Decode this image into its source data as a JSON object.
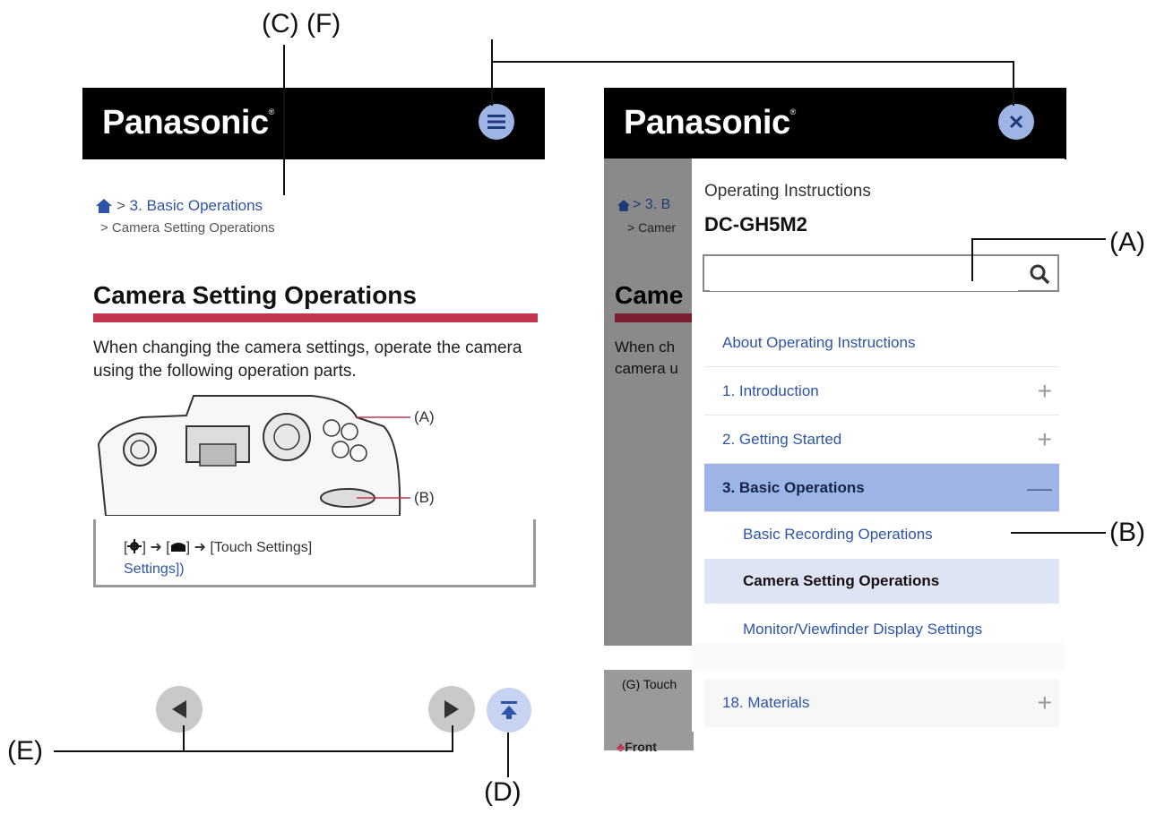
{
  "callouts": {
    "c_f": "(C) (F)",
    "a": "(A)",
    "b": "(B)",
    "e": "(E)",
    "d": "(D)"
  },
  "brand": {
    "logo": "Panasonic",
    "trademark": "®"
  },
  "left_page": {
    "breadcrumb_link": "3. Basic Operations",
    "breadcrumb_sep": ">",
    "breadcrumb_current": "> Camera Setting Operations",
    "title": "Camera Setting Operations",
    "intro": "When changing the camera settings, operate the camera using the following operation parts.",
    "camera_labels": {
      "a": "(A)",
      "b": "(B)"
    },
    "note": {
      "prefix": "[",
      "middle": "] ➜ [",
      "after": "] ➜ [Touch Settings]",
      "link": "Settings])"
    }
  },
  "right_page": {
    "underlay": {
      "breadcrumb": "> 3. B",
      "breadcrumb2": "> Camer",
      "title": "Came",
      "text1": "When ch",
      "text2": "camera u",
      "bottom1": "(G) Touch",
      "bottom2": "Front"
    },
    "menu": {
      "subtitle": "Operating Instructions",
      "model": "DC-GH5M2",
      "search_value": "",
      "items": [
        {
          "label": "About Operating Instructions",
          "sign": ""
        },
        {
          "label": "1. Introduction",
          "sign": "+"
        },
        {
          "label": "2. Getting Started",
          "sign": "+"
        },
        {
          "label": "3. Basic Operations",
          "sign": "—"
        },
        {
          "label": "Basic Recording Operations",
          "sign": ""
        },
        {
          "label": "Camera Setting Operations",
          "sign": ""
        },
        {
          "label": "Monitor/Viewfinder Display Settings",
          "sign": ""
        },
        {
          "label": "18. Materials",
          "sign": "+"
        }
      ]
    }
  },
  "colors": {
    "header": "#000000",
    "button": "#9db4e4",
    "accent_red": "#c3354e",
    "link_blue": "#2e54a8",
    "active_item": "#9db4e4",
    "current_item": "#dfe4f5"
  },
  "icons": [
    "home-icon",
    "hamburger-menu-icon",
    "close-icon",
    "search-icon",
    "prev-arrow-icon",
    "next-arrow-icon",
    "back-to-top-icon",
    "gear-icon",
    "camera-icon"
  ]
}
